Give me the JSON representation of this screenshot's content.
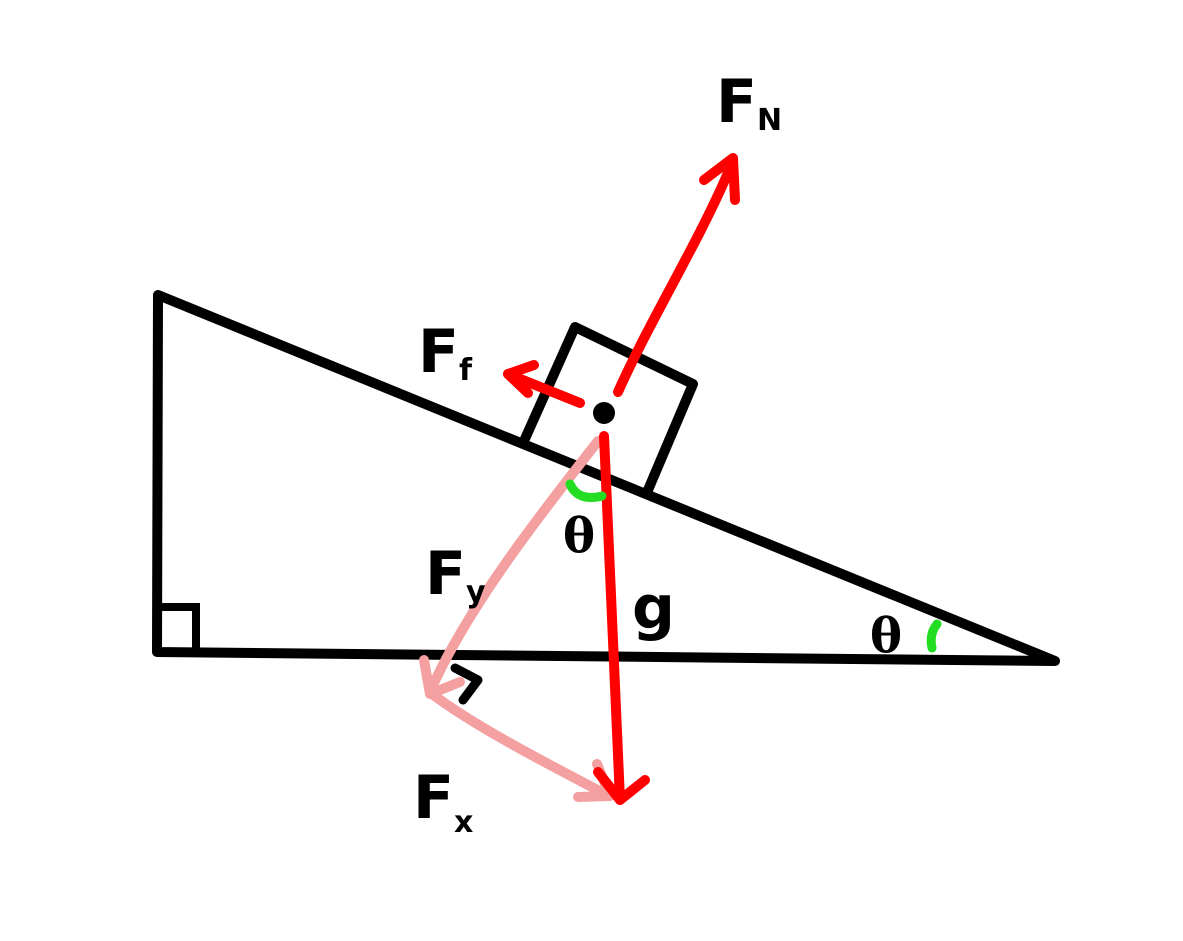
{
  "labels": {
    "normal_force": {
      "main": "F",
      "sub": "N"
    },
    "friction_force": {
      "main": "F",
      "sub": "f"
    },
    "perpendicular_component": {
      "main": "F",
      "sub": "y"
    },
    "parallel_component": {
      "main": "F",
      "sub": "x"
    },
    "gravity": "g",
    "theta_at_block": "θ",
    "theta_at_incline": "θ"
  },
  "colors": {
    "outline": "#000000",
    "force_arrow": "#ff0000",
    "component_arrow": "#f5a0a0",
    "angle_arc": "#22dd22"
  },
  "icons": [
    "right-angle-marker",
    "center-of-mass-dot"
  ]
}
